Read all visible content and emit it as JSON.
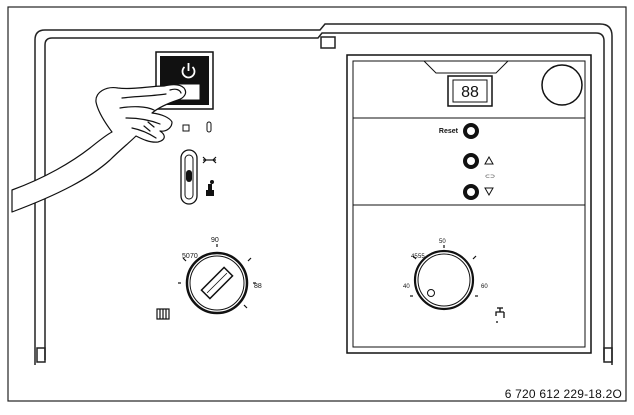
{
  "figure_id": "6 720 612 229-18.2O",
  "display": {
    "digits": "88"
  },
  "controls": {
    "reset_label": "Reset",
    "reset_symbol": "⊂⊃"
  },
  "heating_dial": {
    "scale_labels": [
      "50",
      "70",
      "90",
      "88"
    ]
  },
  "hot_water_dial": {
    "scale_labels": [
      "45",
      "55",
      "50",
      "40",
      "60"
    ]
  }
}
